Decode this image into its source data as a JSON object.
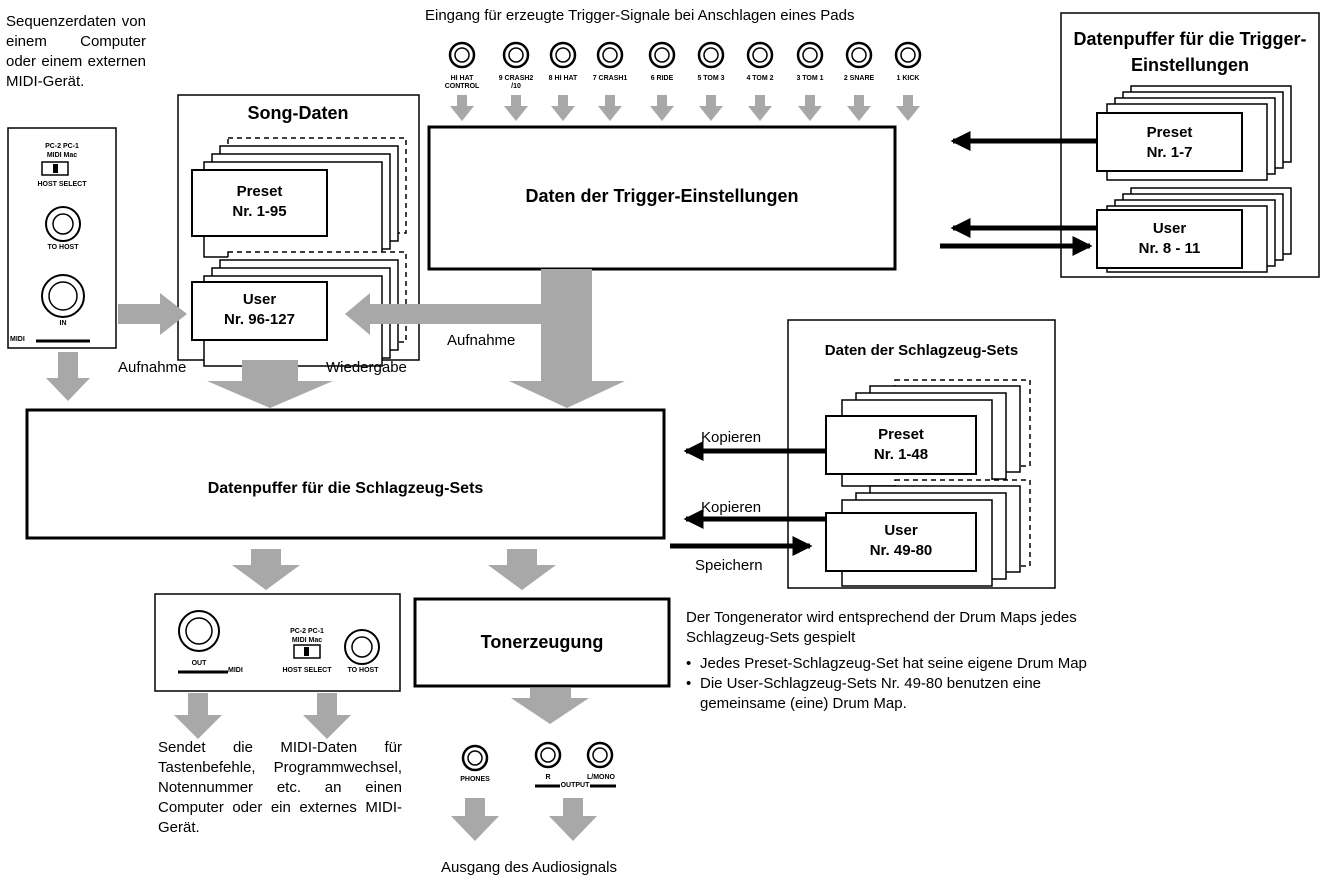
{
  "top_caption": "Eingang für erzeugte Trigger-Signale bei Anschlagen eines Pads",
  "jacks": [
    "HI HAT CONTROL",
    "9 CRASH2 /10",
    "8 HI HAT",
    "7 CRASH1",
    "6 RIDE",
    "5 TOM 3",
    "4 TOM 2",
    "3 TOM 1",
    "2 SNARE",
    "1 KICK"
  ],
  "sequencer_note": "Sequenzerdaten von einem Computer oder einem externen MIDI-Gerät.",
  "input_panel": {
    "switch_labels": "PC-2 PC-1",
    "switch_positions": "MIDI Mac",
    "host_select": "HOST SELECT",
    "to_host": "TO HOST",
    "midi": "MIDI",
    "in": "IN"
  },
  "song_data": {
    "title": "Song-Daten",
    "preset": {
      "label": "Preset",
      "range": "Nr. 1-95"
    },
    "user": {
      "label": "User",
      "range": "Nr. 96-127"
    }
  },
  "trigger_settings": "Daten der Trigger-Einstellungen",
  "trigger_buffer": {
    "title": "Datenpuffer für die Trigger-Einstellungen",
    "preset": {
      "label": "Preset",
      "range": "Nr. 1-7"
    },
    "user": {
      "label": "User",
      "range": "Nr. 8 - 11"
    }
  },
  "kit_data": {
    "title": "Daten der Schlagzeug-Sets",
    "preset": {
      "label": "Preset",
      "range": "Nr. 1-48"
    },
    "user": {
      "label": "User",
      "range": "Nr. 49-80"
    }
  },
  "kit_buffer": "Datenpuffer für die Schlagzeug-Sets",
  "labels": {
    "aufnahme_left": "Aufnahme",
    "wiedergabe": "Wiedergabe",
    "aufnahme_center": "Aufnahme",
    "kopieren_1": "Kopieren",
    "kopieren_2": "Kopieren",
    "speichern": "Speichern"
  },
  "output_panel": {
    "out": "OUT",
    "midi": "MIDI",
    "switch_labels": "PC-2 PC-1",
    "switch_positions": "MIDI Mac",
    "host_select": "HOST SELECT",
    "to_host": "TO HOST"
  },
  "tone_generation": "Tonerzeugung",
  "tone_note": "Der Tongenerator wird entsprechend der Drum Maps jedes Schlagzeug-Sets gespielt",
  "tone_bullets": [
    "Jedes Preset-Schlagzeug-Set hat seine eigene Drum Map",
    "Die User-Schlagzeug-Sets Nr. 49-80 benutzen eine gemeinsame (eine) Drum Map."
  ],
  "audio_jacks": {
    "phones": "PHONES",
    "r": "R",
    "lmono": "L/MONO",
    "output": "OUTPUT"
  },
  "midi_out_note": "Sendet die MIDI-Daten für Tastenbefehle, Programmwechsel, Notennummer etc. an einen Computer oder ein externes MIDI-Gerät.",
  "audio_note": "Ausgang des Audiosignals",
  "colors": {
    "arrow_gray": "#a8a8a8",
    "line": "#000000",
    "background": "#ffffff"
  }
}
